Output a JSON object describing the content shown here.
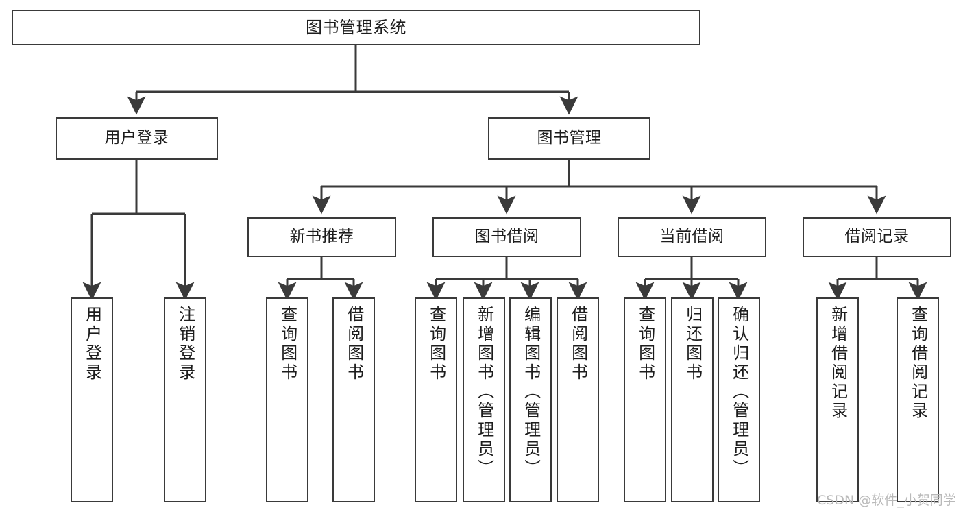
{
  "diagram": {
    "title": "图书管理系统",
    "type": "tree",
    "orientation": "top-down",
    "line_color": "#3a3a3a",
    "box_fill": "#ffffff",
    "text_color": "#1d1d1d",
    "nodes": {
      "root": {
        "label": "图书管理系统"
      },
      "level2": [
        {
          "label": "用户登录"
        },
        {
          "label": "图书管理"
        }
      ],
      "level3": [
        {
          "label": "新书推荐"
        },
        {
          "label": "图书借阅"
        },
        {
          "label": "当前借阅"
        },
        {
          "label": "借阅记录"
        }
      ],
      "leaves": {
        "user_login": [
          {
            "label": "用户登录"
          },
          {
            "label": "注销登录"
          }
        ],
        "new_book": [
          {
            "label": "查询图书"
          },
          {
            "label": "借阅图书"
          }
        ],
        "book_borrow": [
          {
            "label": "查询图书"
          },
          {
            "label": "新增图书（管理员）"
          },
          {
            "label": "编辑图书（管理员）"
          },
          {
            "label": "借阅图书"
          }
        ],
        "current_borrow": [
          {
            "label": "查询图书"
          },
          {
            "label": "归还图书"
          },
          {
            "label": "确认归还（管理员）"
          }
        ],
        "borrow_record": [
          {
            "label": "新增借阅记录"
          },
          {
            "label": "查询借阅记录"
          }
        ]
      }
    }
  },
  "watermark": {
    "text": "CSDN @软件_小贺同学"
  }
}
